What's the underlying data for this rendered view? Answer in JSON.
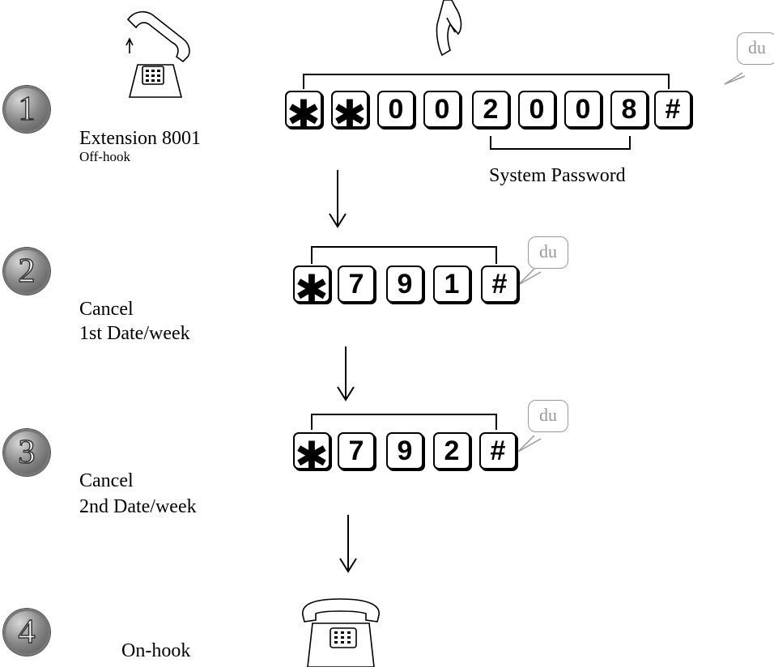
{
  "steps": [
    {
      "number": "1",
      "label": "Extension 8001",
      "sublabel": "Off-hook"
    },
    {
      "number": "2",
      "label": "Cancel",
      "sublabel": "1st Date/week"
    },
    {
      "number": "3",
      "label": "Cancel",
      "sublabel": "2nd Date/week"
    },
    {
      "number": "4",
      "label": "On-hook"
    }
  ],
  "sequence1": {
    "keys": [
      "✱",
      "✱",
      "0",
      "0",
      "2",
      "0",
      "0",
      "8",
      "#"
    ],
    "bracket_label": "System Password",
    "bubble": "du"
  },
  "sequence2": {
    "keys": [
      "✱",
      "7",
      "9",
      "1",
      "#"
    ],
    "bubble": "du"
  },
  "sequence3": {
    "keys": [
      "✱",
      "7",
      "9",
      "2",
      "#"
    ],
    "bubble": "du"
  },
  "icons": [
    "phone-offhook-icon",
    "finger-press-icon",
    "phone-onhook-icon"
  ]
}
